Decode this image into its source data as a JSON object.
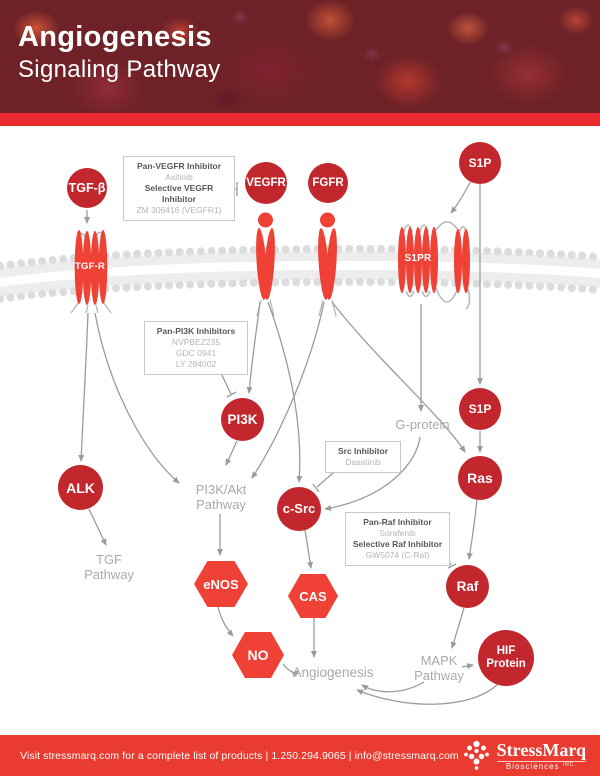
{
  "header": {
    "title_line1": "Angiogenesis",
    "title_line2": "Signaling Pathway"
  },
  "nodes": {
    "tgfb": {
      "label": "TGF-β"
    },
    "vegfr": {
      "label": "VEGFR"
    },
    "fgfr": {
      "label": "FGFR"
    },
    "s1p_top": {
      "label": "S1P"
    },
    "pi3k": {
      "label": "PI3K"
    },
    "s1p_mid": {
      "label": "S1P"
    },
    "alk": {
      "label": "ALK"
    },
    "ras": {
      "label": "Ras"
    },
    "csrc": {
      "label": "c-Src"
    },
    "raf": {
      "label": "Raf"
    },
    "hif": {
      "line1": "HIF",
      "line2": "Protein"
    },
    "enos": {
      "label": "eNOS"
    },
    "cas": {
      "label": "CAS"
    },
    "no": {
      "label": "NO"
    },
    "tgfr_receptor": {
      "label": "TGF-R"
    },
    "s1pr_receptor": {
      "label": "S1PR"
    }
  },
  "pathway_labels": {
    "g_protein": "G-protein",
    "pi3k_akt_line1": "PI3K/Akt",
    "pi3k_akt_line2": "Pathway",
    "tgf_line1": "TGF",
    "tgf_line2": "Pathway",
    "angiogenesis": "Angiogenesis",
    "mapk_line1": "MAPK",
    "mapk_line2": "Pathway"
  },
  "boxes": {
    "vegfr": {
      "l1": "Pan-VEGFR Inhibitor",
      "l2": "Axitinib",
      "l3": "Selective VEGFR",
      "l4": "Inhibitor",
      "l5": "ZM 306416 (VEGFR1)"
    },
    "pi3k": {
      "l1": "Pan-PI3K Inhibitors",
      "l2": "NVPBEZ235",
      "l3": "GDC 0941",
      "l4": "LY 294002"
    },
    "src": {
      "l1": "Src Inhibitor",
      "l2": "Dasatinib"
    },
    "raf": {
      "l1": "Pan-Raf Inhibitor",
      "l2": "Sorafenib",
      "l3": "Selective Raf Inhibitor",
      "l4": "GW5074 (C-Raf)"
    }
  },
  "edges": [
    {
      "from": "TGF-β",
      "to": "TGF-R",
      "type": "arrow"
    },
    {
      "from": "Pan-VEGFR Inhibitor box",
      "to": "VEGFR",
      "type": "inhibition"
    },
    {
      "from": "S1P (extracellular)",
      "to": "S1PR",
      "type": "arrow"
    },
    {
      "from": "S1P (extracellular)",
      "to": "S1P (intracellular)",
      "type": "arrow"
    },
    {
      "from": "S1P (intracellular)",
      "to": "Ras",
      "type": "arrow"
    },
    {
      "from": "S1PR",
      "to": "G-protein",
      "type": "arrow"
    },
    {
      "from": "G-protein",
      "to": "c-Src",
      "type": "arrow"
    },
    {
      "from": "TGF-R",
      "to": "ALK",
      "type": "arrow"
    },
    {
      "from": "TGF-R",
      "to": "PI3K/Akt Pathway",
      "type": "arrow"
    },
    {
      "from": "VEGFR",
      "to": "PI3K",
      "type": "arrow"
    },
    {
      "from": "VEGFR",
      "to": "c-Src",
      "type": "arrow"
    },
    {
      "from": "FGFR",
      "to": "PI3K/Akt Pathway",
      "type": "arrow"
    },
    {
      "from": "FGFR",
      "to": "Ras",
      "type": "arrow"
    },
    {
      "from": "Pan-PI3K Inhibitors box",
      "to": "PI3K",
      "type": "inhibition"
    },
    {
      "from": "PI3K",
      "to": "PI3K/Akt Pathway",
      "type": "arrow"
    },
    {
      "from": "PI3K/Akt Pathway",
      "to": "eNOS",
      "type": "arrow"
    },
    {
      "from": "ALK",
      "to": "TGF Pathway",
      "type": "arrow"
    },
    {
      "from": "Src Inhibitor box",
      "to": "c-Src",
      "type": "inhibition"
    },
    {
      "from": "c-Src",
      "to": "CAS",
      "type": "arrow"
    },
    {
      "from": "eNOS",
      "to": "NO",
      "type": "arrow"
    },
    {
      "from": "NO",
      "to": "Angiogenesis",
      "type": "arrow"
    },
    {
      "from": "CAS",
      "to": "Angiogenesis",
      "type": "arrow"
    },
    {
      "from": "Ras",
      "to": "Raf",
      "type": "arrow"
    },
    {
      "from": "Pan-Raf Inhibitor box",
      "to": "Raf",
      "type": "inhibition"
    },
    {
      "from": "Raf",
      "to": "MAPK Pathway",
      "type": "arrow"
    },
    {
      "from": "MAPK Pathway",
      "to": "HIF Protein",
      "type": "arrow"
    },
    {
      "from": "MAPK Pathway",
      "to": "Angiogenesis",
      "type": "arrow"
    },
    {
      "from": "HIF Protein",
      "to": "Angiogenesis",
      "type": "arrow"
    }
  ],
  "footer": {
    "contact": "Visit stressmarq.com for a complete list of products  |  1.250.294.9065  |  info@stressmarq.com",
    "brand": "StressMarq",
    "brand_sub": "Biosciences",
    "brand_inc": "INC."
  },
  "colors": {
    "node_red": "#c1272d",
    "hex_red": "#ef4136",
    "divider_red": "#e92a2e",
    "footer_red": "#ea3b30",
    "arrow_gray": "#9b9b9b",
    "membrane_gray": "#dcdcdc",
    "label_gray": "#a7a9ac"
  }
}
